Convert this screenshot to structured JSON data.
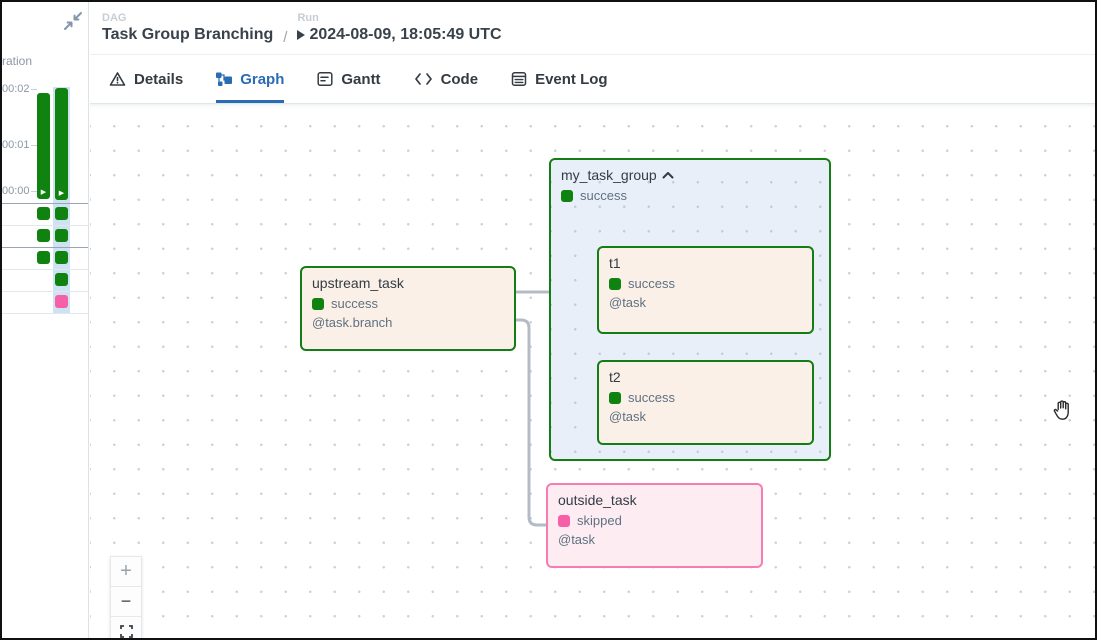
{
  "colors": {
    "success": "#0f8210",
    "success-border": "#157d15",
    "skipped": "#f75fa6",
    "skipped-border": "#f87cb4",
    "accent": "#2a6cb4",
    "edge": "#b3bcc6",
    "node-peach": "#fbf0e7",
    "group-blue": "#e9eff8",
    "pink-bg": "#fdedf3"
  },
  "breadcrumb": {
    "dag_label": "DAG",
    "dag_name": "Task Group Branching",
    "separator": "/",
    "run_label": "Run",
    "run_value": "2024-08-09, 18:05:49 UTC"
  },
  "tabs": {
    "active": "Graph",
    "items": [
      {
        "label": "Details"
      },
      {
        "label": "Graph"
      },
      {
        "label": "Gantt"
      },
      {
        "label": "Code"
      },
      {
        "label": "Event Log"
      }
    ]
  },
  "sidebar": {
    "duration_label_visible": "ration",
    "axis_labels": [
      "00:02",
      "00:01",
      "00:00"
    ],
    "run_bars": [
      "success",
      "success"
    ],
    "task_rows": [
      {
        "cells": [
          "success",
          "success"
        ]
      },
      {
        "cells": [
          "success",
          "success"
        ]
      },
      {
        "cells": [
          "success",
          "success"
        ]
      },
      {
        "cells": [
          null,
          "success"
        ]
      },
      {
        "cells": [
          null,
          "skipped"
        ]
      }
    ]
  },
  "graph": {
    "nodes": {
      "upstream": {
        "title": "upstream_task",
        "status": "success",
        "decorator": "@task.branch"
      },
      "group": {
        "title": "my_task_group",
        "status": "success"
      },
      "t1": {
        "title": "t1",
        "status": "success",
        "decorator": "@task"
      },
      "t2": {
        "title": "t2",
        "status": "success",
        "decorator": "@task"
      },
      "outside": {
        "title": "outside_task",
        "status": "skipped",
        "decorator": "@task"
      }
    }
  },
  "zoom_controls": {
    "zoom_in": "+",
    "zoom_out": "−"
  }
}
